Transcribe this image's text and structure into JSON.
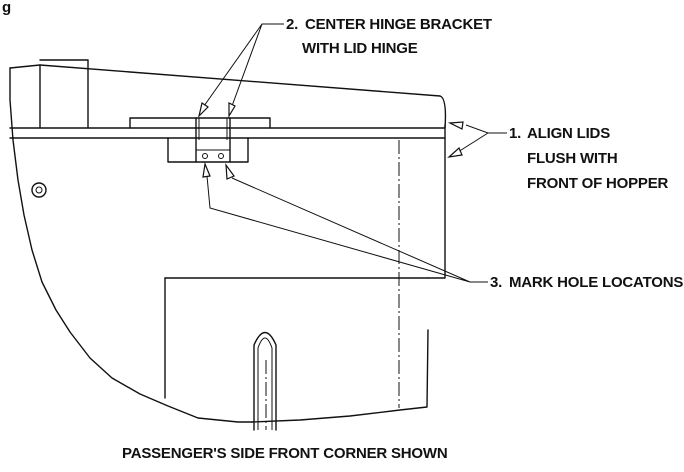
{
  "figure": {
    "header_fragment": "g",
    "callouts": [
      {
        "number": "2.",
        "line1": "CENTER HINGE BRACKET",
        "line2": "WITH LID HINGE"
      },
      {
        "number": "1.",
        "line1": "ALIGN LIDS",
        "line2": "FLUSH WITH",
        "line3": "FRONT OF HOPPER"
      },
      {
        "number": "3.",
        "line1": "MARK HOLE LOCATONS"
      }
    ],
    "caption": "PASSENGER'S SIDE FRONT CORNER SHOWN"
  }
}
